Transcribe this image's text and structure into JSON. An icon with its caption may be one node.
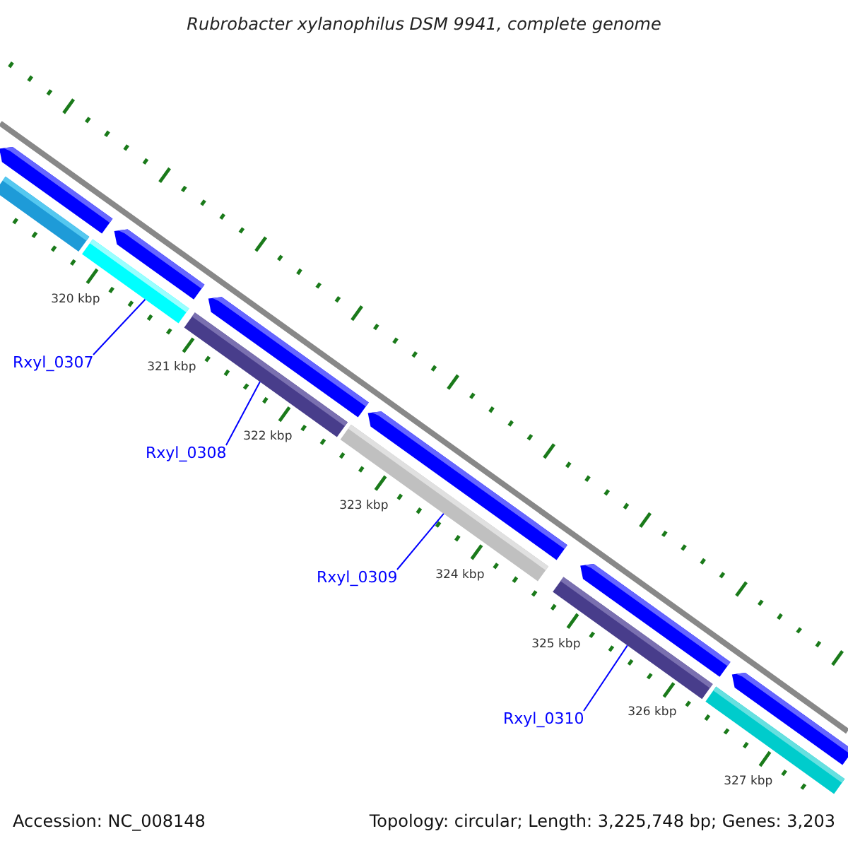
{
  "diagram": {
    "title": "Rubrobacter xylanophilus DSM 9941, complete genome",
    "nodes": [
      {
        "text": [],
        "shape": "arrow"
      },
      {
        "text": [],
        "shape": "arrow"
      },
      {
        "text": [],
        "shape": "arrow"
      },
      {
        "text": [],
        "shape": "arrow"
      },
      {
        "text": [],
        "shape": "arrow"
      },
      {
        "text": [],
        "shape": "arrow"
      },
      {
        "text": [],
        "shape": "bar"
      },
      {
        "text": [],
        "shape": "bar"
      },
      {
        "text": [],
        "shape": "bar"
      },
      {
        "text": [],
        "shape": "bar"
      },
      {
        "text": [],
        "shape": "bar"
      },
      {
        "text": [],
        "shape": "bar"
      },
      {
        "text": [
          "Rxyl_0307"
        ]
      },
      {
        "text": [
          "Rxyl_0308"
        ]
      },
      {
        "text": [
          "Rxyl_0309"
        ]
      },
      {
        "text": [
          "Rxyl_0310"
        ]
      }
    ],
    "edges": [
      {
        "from": 12,
        "to": 7,
        "arrow": "none"
      },
      {
        "from": 13,
        "to": 8,
        "arrow": "none"
      },
      {
        "from": 14,
        "to": 9,
        "arrow": "none"
      },
      {
        "from": 15,
        "to": 10,
        "arrow": "none"
      }
    ],
    "labels": [
      "320 kbp",
      "321 kbp",
      "322 kbp",
      "323 kbp",
      "324 kbp",
      "325 kbp",
      "326 kbp",
      "327 kbp",
      "Accession: NC_008148",
      "Topology: circular; Length: 3,225,748 bp; Genes: 3,203"
    ]
  }
}
